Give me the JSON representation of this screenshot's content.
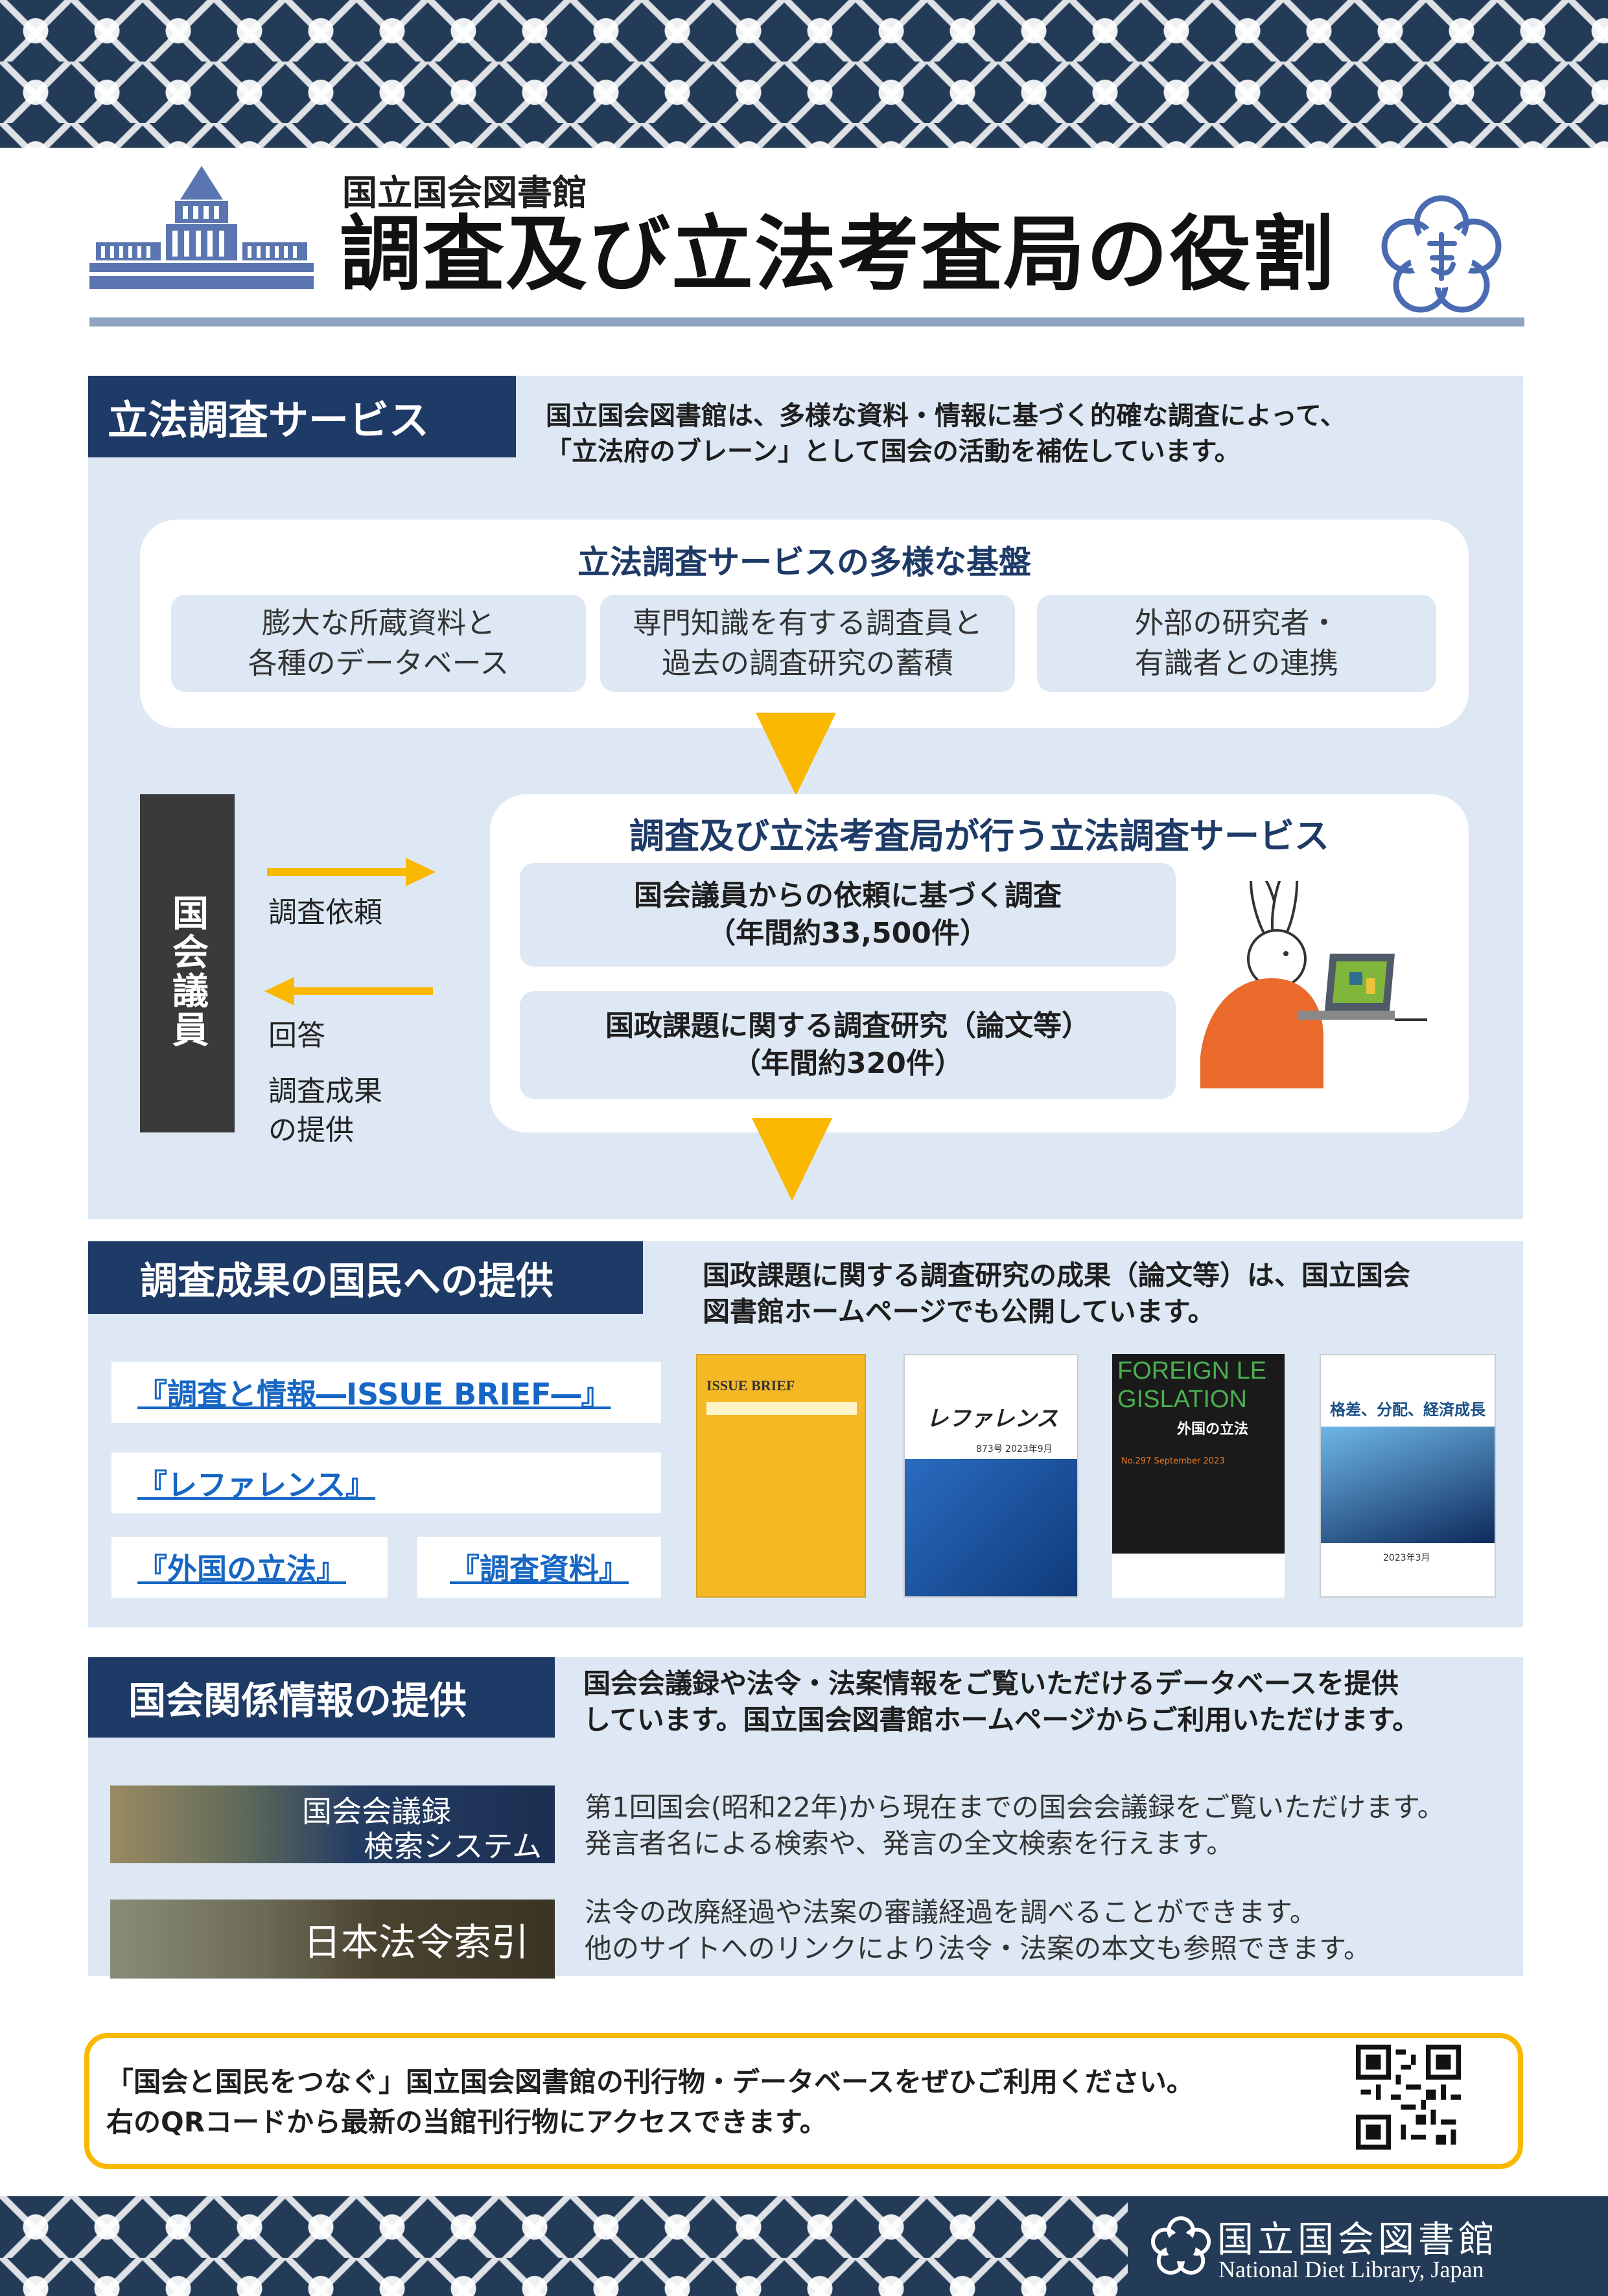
{
  "header": {
    "org": "国立国会図書館",
    "title": "調査及び立法考査局の役割"
  },
  "section1": {
    "tab": "立法調査サービス",
    "lead1": "国立国会図書館は、多様な資料・情報に基づく的確な調査によって、",
    "lead2": "「立法府のブレーン」として国会の活動を補佐しています。",
    "foundation_title": "立法調査サービスの多様な基盤",
    "foundations": [
      {
        "l1": "膨大な所蔵資料と",
        "l2": "各種のデータベース"
      },
      {
        "l1": "専門知識を有する調査員と",
        "l2": "過去の調査研究の蓄積"
      },
      {
        "l1": "外部の研究者・",
        "l2": "有識者との連携"
      }
    ],
    "member_label": "国会議員",
    "request_label": "調査依頼",
    "answer_label": "回答",
    "result_l1": "調査成果",
    "result_l2": "の提供",
    "service_title": "調査及び立法考査局が行う立法調査サービス",
    "services": [
      {
        "l1": "国会議員からの依頼に基づく調査",
        "l2": "（年間約33,500件）"
      },
      {
        "l1": "国政課題に関する調査研究（論文等）",
        "l2": "（年間約320件）"
      }
    ],
    "accent_color": "#fbb800",
    "navy_color": "#1e3a66"
  },
  "section2": {
    "tab": "調査成果の国民への提供",
    "lead1": "国政課題に関する調査研究の成果（論文等）は、国立国会",
    "lead2": "図書館ホームページでも公開しています。",
    "links": [
      "『調査と情報―ISSUE BRIEF―』",
      "『レファレンス』",
      "『外国の立法』",
      "『調査資料』"
    ],
    "covers": [
      {
        "brand": "ISSUE BRIEF",
        "color": "#f6b926"
      },
      {
        "brand": "レファレンス",
        "sub": "873号 2023年9月",
        "color": "#1c5aa6"
      },
      {
        "brand": "FOREIGN LEGISLATION",
        "sub": "外国の立法",
        "issue": "No.297 September 2023",
        "color": "#1a1a1a"
      },
      {
        "brand": "格差、分配、経済成長",
        "sub": "2023年3月",
        "color": "#1a4f86"
      }
    ]
  },
  "section3": {
    "tab": "国会関係情報の提供",
    "lead1": "国会会議録や法令・法案情報をご覧いただけるデータベースを提供",
    "lead2": "しています。国立国会図書館ホームページからご利用いただけます。",
    "db1_l1": "国会会議録",
    "db1_l2": "検索システム",
    "db1_desc1": "第1回国会(昭和22年)から現在までの国会会議録をご覧いただけます。",
    "db1_desc2": "発言者名による検索や、発言の全文検索を行えます。",
    "db2_label": "日本法令索引",
    "db2_desc1": "法令の改廃経過や法案の審議経過を調べることができます。",
    "db2_desc2": "他のサイトへのリンクにより法令・法案の本文も参照できます。"
  },
  "notice": {
    "line1": "「国会と国民をつなぐ」国立国会図書館の刊行物・データベースをぜひご利用ください。",
    "line2": "右のQRコードから最新の当館刊行物にアクセスできます。"
  },
  "footer": {
    "name_ja": "国立国会図書館",
    "name_en": "National Diet Library, Japan"
  }
}
